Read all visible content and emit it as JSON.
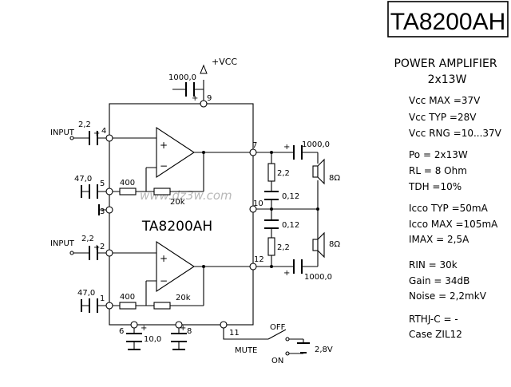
{
  "title": "TA8200AH",
  "chip_label": "TA8200AH",
  "watermark": "www.dz3w.com",
  "supply_label": "+VCC",
  "mute_label": "MUTE",
  "switch": {
    "off": "OFF",
    "on": "ON",
    "battery": "2,8V"
  },
  "pins": [
    "9",
    "4",
    "5",
    "3",
    "2",
    "1",
    "6",
    "8",
    "11",
    "7",
    "10",
    "12"
  ],
  "inputs": [
    "INPUT",
    "INPUT"
  ],
  "components": {
    "c_supply": "1000,0",
    "c_in1": "2,2",
    "c_in2": "2,2",
    "c_fb1": "47,0",
    "c_fb2": "47,0",
    "r_400_1": "400",
    "r_400_2": "400",
    "r_20k_1": "20k",
    "r_20k_2": "20k",
    "c_out1": "1000,0",
    "c_out2": "1000,0",
    "r_22_1": "2,2",
    "r_22_2": "2,2",
    "c_012_1": "0,12",
    "c_012_2": "0,12",
    "c_10": "10,0",
    "speaker1": "8Ω",
    "speaker2": "8Ω"
  },
  "spec": {
    "heading1": "POWER AMPLIFIER",
    "heading2": "2x13W",
    "lines": [
      "Vcc MAX =37V",
      "Vcc TYP =28V",
      "Vcc RNG =10...37V",
      "Po  = 2x13W",
      "RL  = 8 Ohm",
      "TDH =10%",
      "Icco TYP =50mA",
      "Icco MAX =105mA",
      "IMAX =   2,5A",
      "RIN  = 30k",
      "Gain  = 34dB",
      "Noise = 2,2mkV",
      "RTHJ-C = -",
      "Case ZIL12"
    ]
  }
}
